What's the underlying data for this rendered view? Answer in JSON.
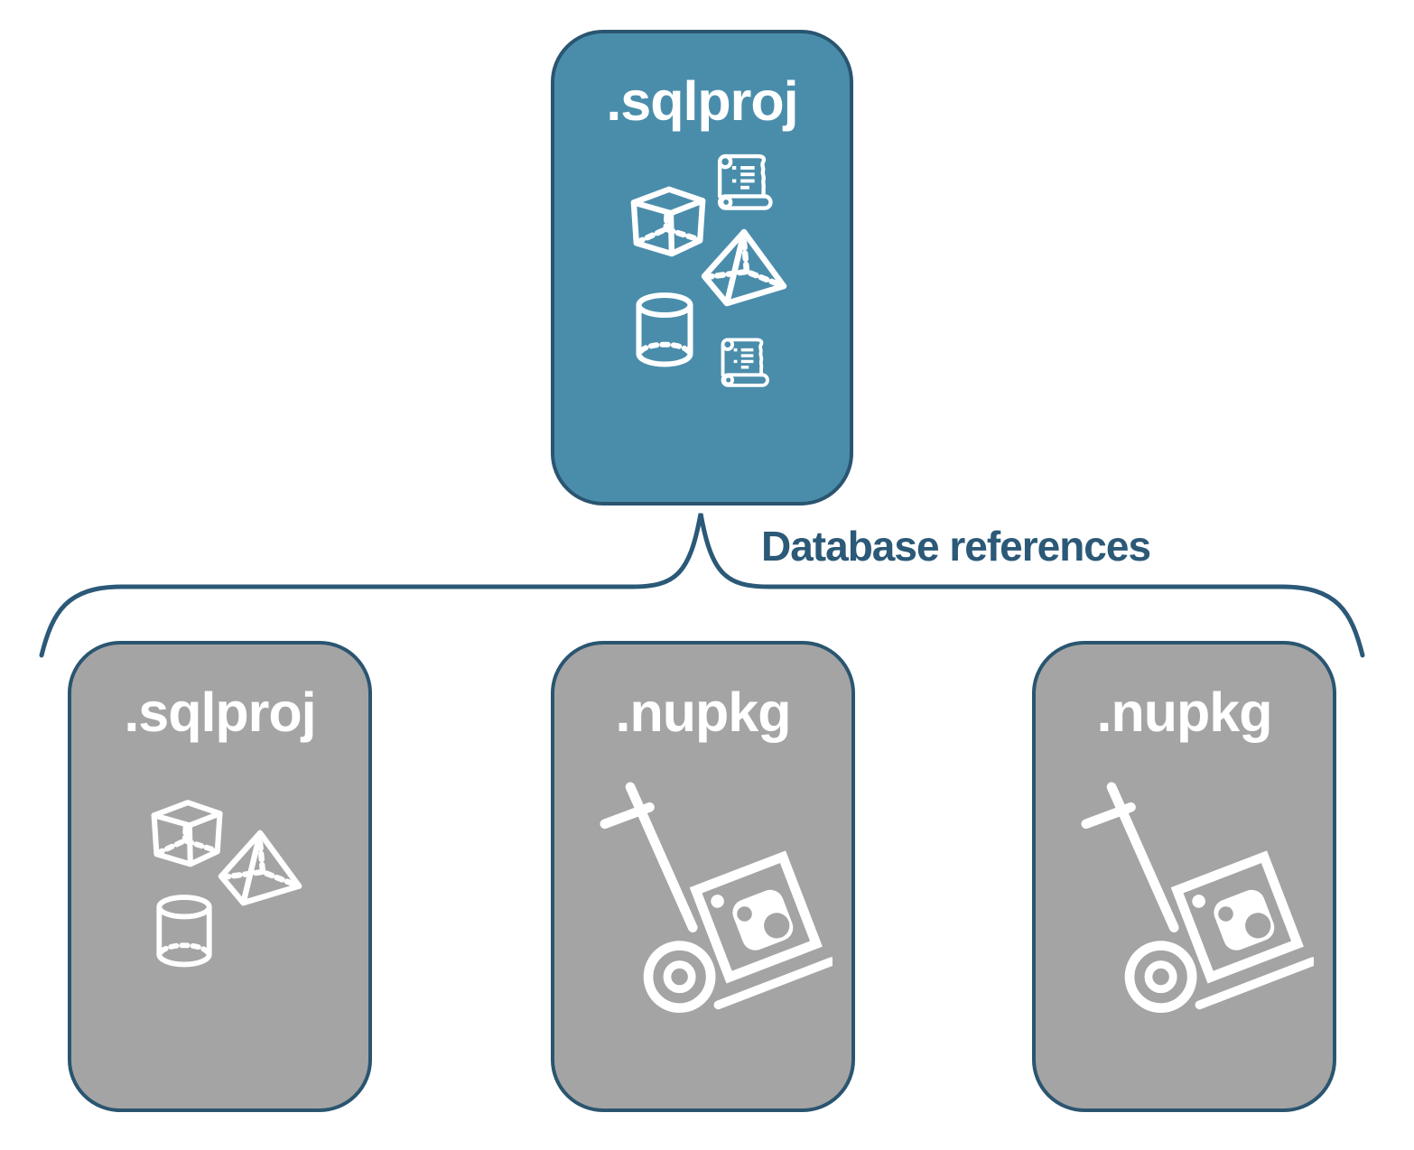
{
  "diagram": {
    "title_card": {
      "label": ".sqlproj"
    },
    "connector": {
      "label": "Database references"
    },
    "children": [
      {
        "label": ".sqlproj"
      },
      {
        "label": ".nupkg"
      },
      {
        "label": ".nupkg"
      }
    ],
    "icons": {
      "parent_card": [
        "scroll-icon",
        "cube-icon",
        "pyramid-icon",
        "cylinder-icon",
        "scroll-icon"
      ],
      "sqlproj_child": [
        "cube-icon",
        "pyramid-icon",
        "cylinder-icon"
      ],
      "nupkg_child": [
        "nuget-handtruck-icon"
      ]
    },
    "colors": {
      "accent_blue": "#4a8dab",
      "card_gray": "#a4a4a4",
      "outline_navy": "#2a5570",
      "label_navy": "#2b5977",
      "icon_white": "#ffffff"
    }
  }
}
